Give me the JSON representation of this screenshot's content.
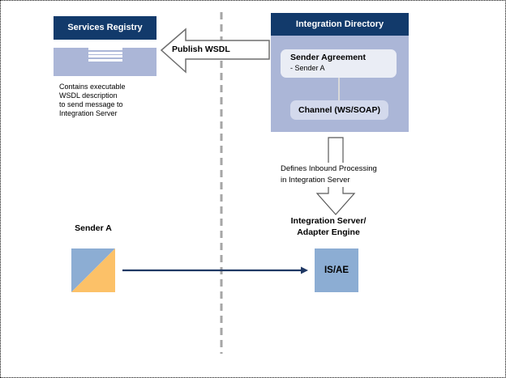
{
  "colors": {
    "navy": "#123a6b",
    "periwinkle": "#abb6d7",
    "panel": "#eaedf5",
    "channel": "#d3d9ec",
    "blockblue": "#8cadd3",
    "blockorange": "#fcc168",
    "arrownavy": "#1f3864",
    "dividergray": "#a6a6a6",
    "outlinegray": "#6e6e6e",
    "connectorgray": "#d9d9d9"
  },
  "services_registry": {
    "title": "Services Registry",
    "note_lines": [
      "Contains executable",
      "WSDL description",
      "to send message to",
      "Integration Server"
    ]
  },
  "publish_arrow": {
    "label": "Publish WSDL"
  },
  "integration_directory": {
    "title": "Integration Directory",
    "sender_agreement": {
      "title": "Sender Agreement",
      "item": "- Sender A"
    },
    "channel_label": "Channel (WS/SOAP)"
  },
  "inbound_note_lines": [
    "Defines Inbound Processing",
    "in Integration Server"
  ],
  "integration_server": {
    "title_lines": [
      "Integration Server/",
      "Adapter Engine"
    ],
    "box_label": "IS/AE"
  },
  "sender": {
    "label": "Sender A"
  }
}
